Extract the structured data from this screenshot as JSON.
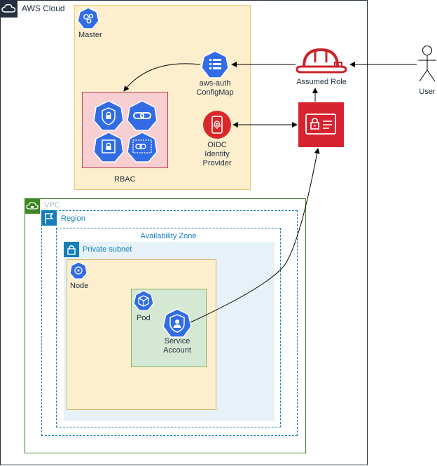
{
  "aws_cloud": {
    "label": "AWS Cloud"
  },
  "master": {
    "label": "Master"
  },
  "aws_auth": {
    "line1": "aws-auth",
    "line2": "ConfigMap"
  },
  "oidc": {
    "line1": "OIDC",
    "line2": "Identity",
    "line3": "Provider"
  },
  "rbac": {
    "label": "RBAC"
  },
  "assumed_role": {
    "label": "Assumed Role"
  },
  "user": {
    "label": "User"
  },
  "vpc": {
    "label": "VPC"
  },
  "region": {
    "label": "Region"
  },
  "availability_zone": {
    "label": "Availability Zone"
  },
  "private_subnet": {
    "label": "Private subnet"
  },
  "node": {
    "label": "Node"
  },
  "pod": {
    "label": "Pod"
  },
  "service_account": {
    "line1": "Service",
    "line2": "Account"
  },
  "icons": {
    "cloud": "cloud-icon",
    "kubernetes": "kubernetes-icon",
    "configmap": "configmap-icon",
    "oidc": "fingerprint-phone-icon",
    "iam": "iam-credential-icon",
    "helmet": "hard-hat-icon",
    "user": "stick-figure-icon",
    "vpc": "vpc-lock-cloud-icon",
    "region": "flag-icon",
    "subnet": "padlock-icon",
    "pod": "cube-icon",
    "service_account": "person-icon"
  },
  "colors": {
    "master_fill": "#FDEECD",
    "master_border": "#E8C87A",
    "rbac_fill": "#F7CFD3",
    "rbac_border": "#B5454B",
    "k8s_blue": "#326CE5",
    "oidc_red": "#D9282A",
    "iam_red": "#D6232F",
    "helmet_red": "#C7242B",
    "vpc_green": "#3F8624",
    "region_blue": "#147EBA",
    "az_blue": "#147EBA",
    "subnet_fill": "#E6F2F8",
    "node_fill": "#FDEECD",
    "node_border": "#D7B56D",
    "pod_fill": "#D5E8D4",
    "pod_border": "#82B366"
  }
}
